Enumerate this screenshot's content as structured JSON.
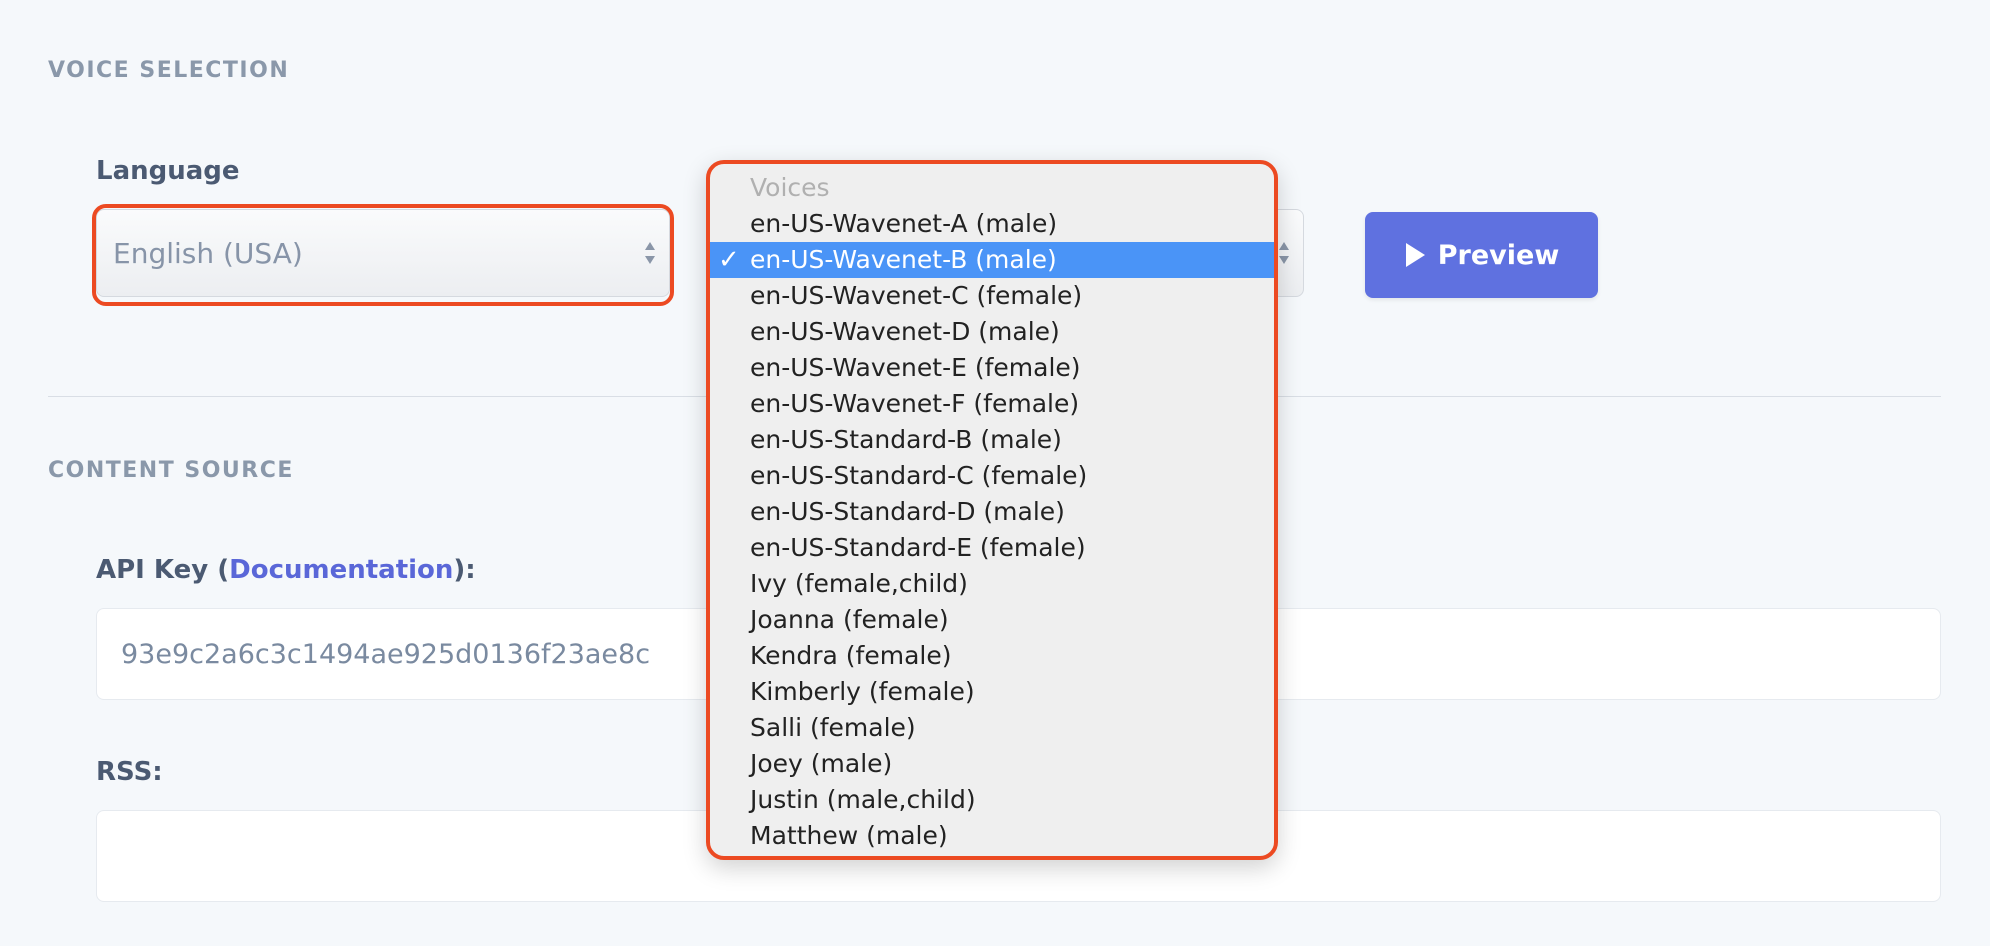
{
  "voice_section": {
    "heading": "VOICE SELECTION",
    "language_label": "Language",
    "language_value": "English (USA)",
    "preview_label": "Preview"
  },
  "voice_dropdown": {
    "group_label": "Voices",
    "items": [
      {
        "label": "en-US-Wavenet-A (male)",
        "selected": false
      },
      {
        "label": "en-US-Wavenet-B (male)",
        "selected": true
      },
      {
        "label": "en-US-Wavenet-C (female)",
        "selected": false
      },
      {
        "label": "en-US-Wavenet-D (male)",
        "selected": false
      },
      {
        "label": "en-US-Wavenet-E (female)",
        "selected": false
      },
      {
        "label": "en-US-Wavenet-F (female)",
        "selected": false
      },
      {
        "label": "en-US-Standard-B (male)",
        "selected": false
      },
      {
        "label": "en-US-Standard-C (female)",
        "selected": false
      },
      {
        "label": "en-US-Standard-D (male)",
        "selected": false
      },
      {
        "label": "en-US-Standard-E (female)",
        "selected": false
      },
      {
        "label": "Ivy (female,child)",
        "selected": false
      },
      {
        "label": "Joanna (female)",
        "selected": false
      },
      {
        "label": "Kendra (female)",
        "selected": false
      },
      {
        "label": "Kimberly (female)",
        "selected": false
      },
      {
        "label": "Salli (female)",
        "selected": false
      },
      {
        "label": "Joey (male)",
        "selected": false
      },
      {
        "label": "Justin (male,child)",
        "selected": false
      },
      {
        "label": "Matthew (male)",
        "selected": false
      }
    ]
  },
  "content_section": {
    "heading": "CONTENT SOURCE",
    "api_label_prefix": "API Key (",
    "api_doc_link": "Documentation",
    "api_label_suffix": "):",
    "api_key_value": "93e9c2a6c3c1494ae925d0136f23ae8c",
    "rss_label": "RSS:",
    "rss_value": ""
  },
  "colors": {
    "background": "#f5f8fb",
    "accent": "#5f71e0",
    "highlight": "#ec4a22",
    "selected_item": "#4a94f7",
    "link": "#5a67d8"
  },
  "icons": {
    "select_arrows": "updown-chevron-icon",
    "preview": "play-icon",
    "selected_check": "checkmark-icon"
  }
}
